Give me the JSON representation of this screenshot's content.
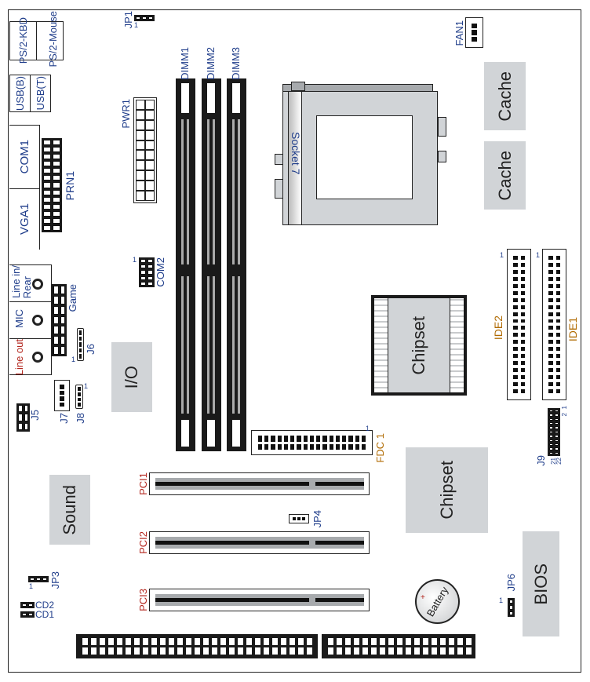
{
  "labels": {
    "ps2_kbd": "PS/2-KBD",
    "ps2_mouse": "PS/2-Mouse",
    "usb_b": "USB(B)",
    "usb_t": "USB(T)",
    "com1": "COM1",
    "vga1": "VGA1",
    "prn1": "PRN1",
    "jp1": "JP1",
    "pwr1": "PWR1",
    "dimm1": "DIMM1",
    "dimm2": "DIMM2",
    "dimm3": "DIMM3",
    "socket": "Socket 7",
    "cache1": "Cache",
    "cache2": "Cache",
    "fan1": "FAN1",
    "line_in": "Line in/",
    "rear": "Rear",
    "mic": "MIC",
    "line_out": "Line out",
    "game": "Game",
    "j6": "J6",
    "com2": "COM2",
    "io": "I/O",
    "j7": "J7",
    "j8": "J8",
    "j5": "J5",
    "chipset1": "Chipset",
    "ide2": "IDE2",
    "ide1": "IDE1",
    "j9": "J9",
    "j9_pin1": "1",
    "j9_pin2": "2",
    "j9_pin21": "21",
    "j9_pin22": "22",
    "fdc1": "FDC 1",
    "chipset2": "Chipset",
    "sound": "Sound",
    "pci1": "PCI1",
    "pci2": "PCI2",
    "pci3": "PCI3",
    "jp4": "JP4",
    "jp3": "JP3",
    "cd2": "CD2",
    "cd1": "CD1",
    "battery": "Battery",
    "battery_plus": "+",
    "jp6": "JP6",
    "bios": "BIOS",
    "pin1": "1"
  }
}
